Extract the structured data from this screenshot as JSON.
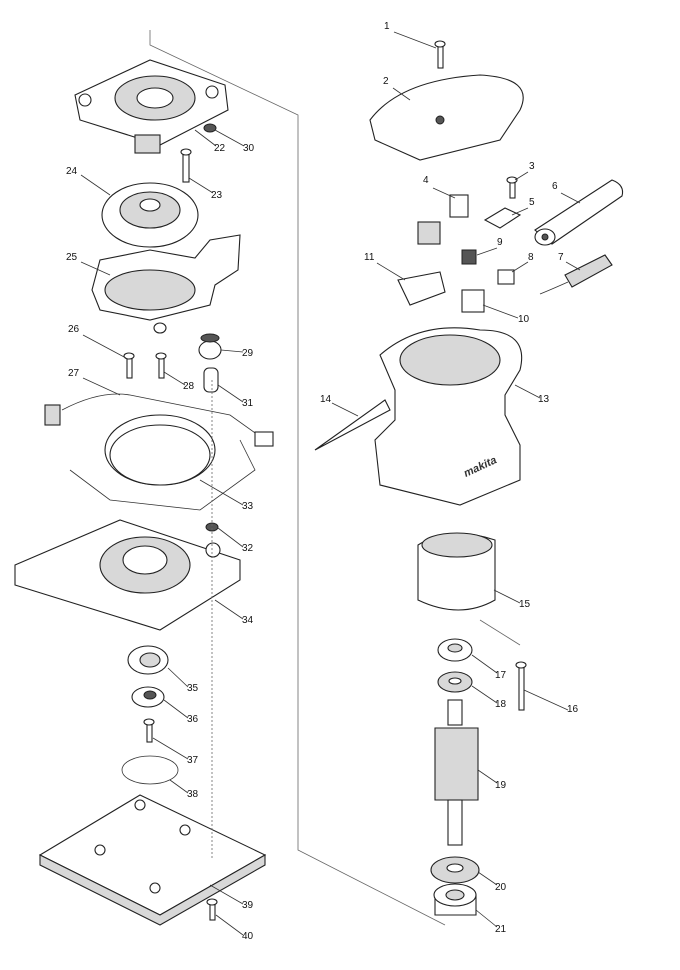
{
  "diagram": {
    "title": "Exploded parts diagram",
    "brand_logo": "makita",
    "part_numbers": {
      "p1": "1",
      "p2": "2",
      "p3": "3",
      "p4": "4",
      "p5": "5",
      "p6": "6",
      "p7": "7",
      "p8": "8",
      "p9": "9",
      "p10": "10",
      "p11": "11",
      "p13": "13",
      "p14": "14",
      "p15": "15",
      "p16": "16",
      "p17": "17",
      "p18": "18",
      "p19": "19",
      "p20": "20",
      "p21": "21",
      "p22": "22",
      "p23": "23",
      "p24": "24",
      "p25": "25",
      "p26": "26",
      "p27": "27",
      "p28": "28",
      "p29": "29",
      "p30": "30",
      "p31": "31",
      "p32": "32",
      "p33": "33",
      "p34": "34",
      "p35": "35",
      "p36": "36",
      "p37": "37",
      "p38": "38",
      "p39": "39",
      "p40": "40"
    }
  }
}
